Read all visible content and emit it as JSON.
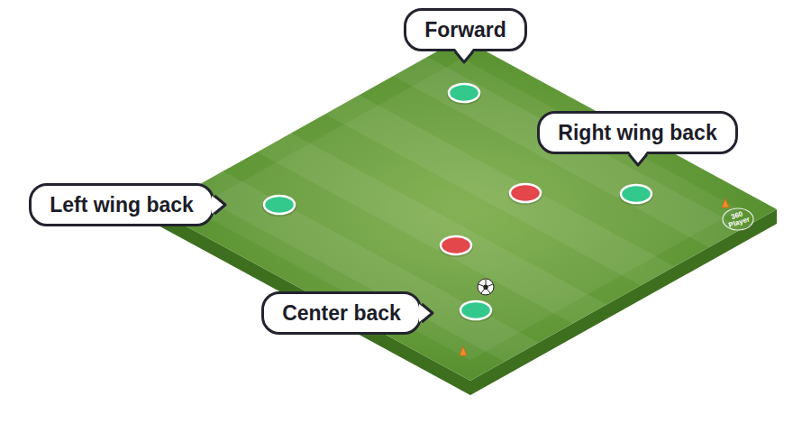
{
  "diagram": {
    "nodes": [
      {
        "text": [
          "Forward"
        ]
      },
      {
        "text": [
          "Right wing back"
        ]
      },
      {
        "text": [
          "Left wing back"
        ]
      },
      {
        "text": [
          "Center back"
        ]
      }
    ],
    "labels": [
      "360 Player"
    ]
  }
}
